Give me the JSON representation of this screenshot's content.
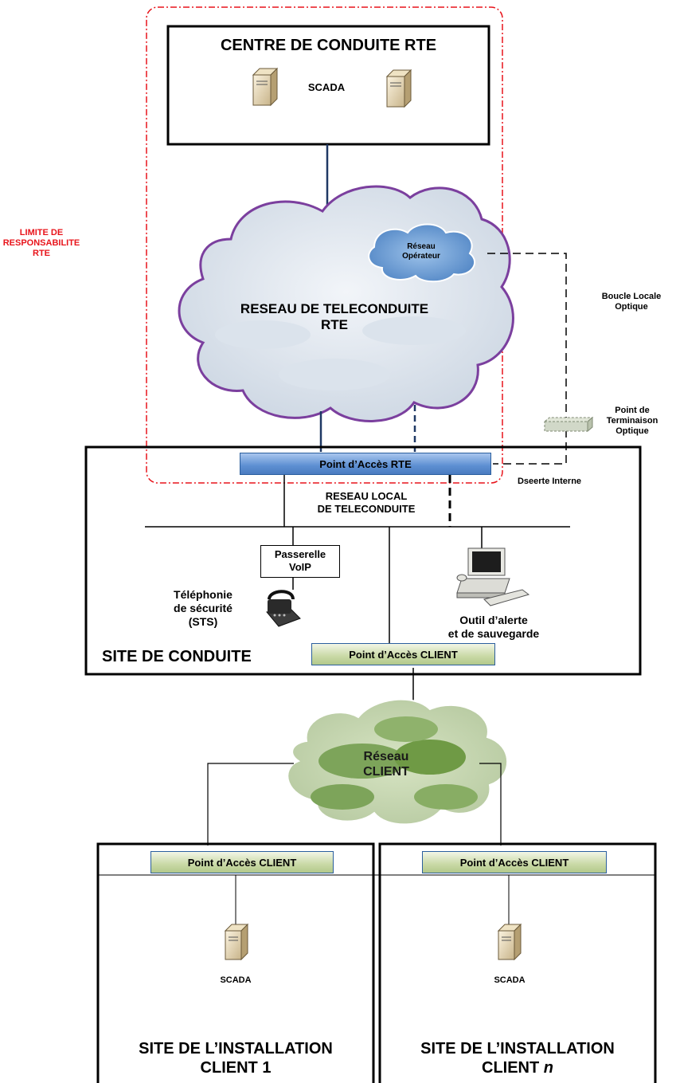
{
  "limit_label": [
    "LIMITE DE",
    "RESPONSABILITE",
    "RTE"
  ],
  "centre": {
    "title": "CENTRE DE CONDUITE RTE",
    "scada": "SCADA"
  },
  "reseau_teleconduite": [
    "RESEAU DE TELECONDUITE",
    "RTE"
  ],
  "reseau_operateur": [
    "Réseau",
    "Opérateur"
  ],
  "boucle_locale": [
    "Boucle Locale",
    "Optique"
  ],
  "point_terminaison": [
    "Point de",
    "Terminaison",
    "Optique"
  ],
  "site_conduite": {
    "title": "SITE DE CONDUITE",
    "access_rte": "Point d’Accès RTE",
    "desserte": "Dseerte Interne",
    "reseau_local": [
      "RESEAU LOCAL",
      "DE TELECONDUITE"
    ],
    "passerelle": [
      "Passerelle",
      "VoIP"
    ],
    "telephonie": [
      "Téléphonie",
      "de sécurité",
      "(STS)"
    ],
    "outil": [
      "Outil d’alerte",
      "et de sauvegarde"
    ],
    "access_client": "Point d’Accès CLIENT"
  },
  "reseau_client": [
    "Réseau",
    "CLIENT"
  ],
  "site_client_1": {
    "access": "Point d’Accès CLIENT",
    "scada": "SCADA",
    "title": [
      "SITE DE L’INSTALLATION",
      "CLIENT 1"
    ]
  },
  "site_client_n": {
    "access": "Point d’Accès CLIENT",
    "scada": "SCADA",
    "title_line1": "SITE DE L’INSTALLATION",
    "title_line2_prefix": "CLIENT ",
    "title_line2_italic": "n"
  },
  "colors": {
    "limit_red": "#e8141b",
    "cloud_purple": "#7b3f9e",
    "link_blue": "#1f3864",
    "client_green": "#6f9a45"
  }
}
